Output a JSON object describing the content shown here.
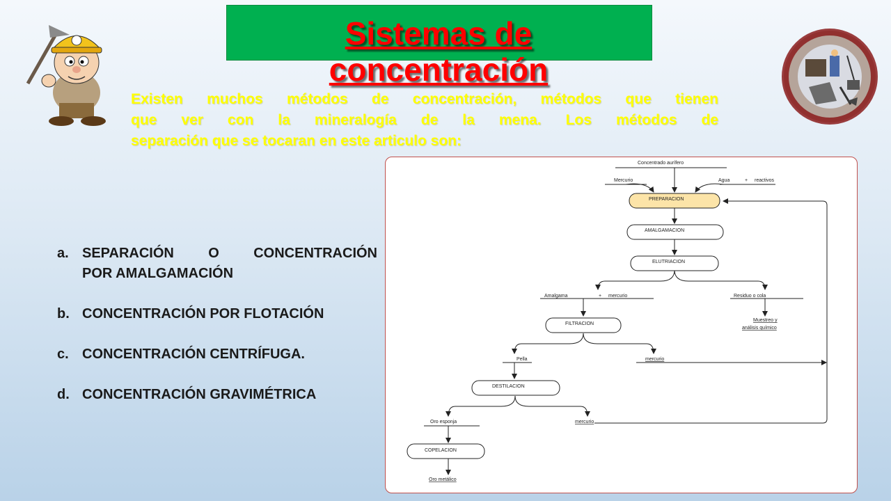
{
  "slide": {
    "title": "Sistemas de concentración",
    "title_lines": [
      "Sistemas de",
      "concentración"
    ],
    "intro_lines": [
      "Existen muchos métodos de concentración, métodos que tienen",
      "que ver con la mineralogía de la mena. Los métodos de",
      "separación que se tocaran en este articulo son:"
    ],
    "list": [
      {
        "marker": "a.",
        "line1": "SEPARACIÓN O CONCENTRACIÓN",
        "line2": "POR AMALGAMACIÓN"
      },
      {
        "marker": "b.",
        "text": "CONCENTRACIÓN POR FLOTACIÓN"
      },
      {
        "marker": "c.",
        "text": "CONCENTRACIÓN CENTRÍFUGA."
      },
      {
        "marker": "d.",
        "text": "CONCENTRACIÓN GRAVIMÉTRICA"
      }
    ]
  },
  "flowchart": {
    "concentrado": "Concentrado aurífero",
    "mercurio_in": "Mercurio",
    "agua": "Agua",
    "plus": "+",
    "reactivos": "reactivos",
    "preparacion": "PREPARACION",
    "amalgamacion": "AMALGAMACION",
    "elutriacion": "ELUTRIACION",
    "amalgama": "Amalgama",
    "mercurio": "mercurio",
    "residuo": "Residuo o cola",
    "muestreo_1": "Muestreo y",
    "muestreo_2": "análisis químico",
    "filtracion": "FILTRACION",
    "pella": "Pella",
    "destilacion": "DESTILACION",
    "oro_esponja": "Oro esponja",
    "copelacion": "COPELACION",
    "oro_metalico": "Oro metálico"
  },
  "colors": {
    "title_bg": "#00b050",
    "title_text": "#ff0000",
    "intro_text": "#ffff00",
    "panel_border": "#c0504d",
    "highlight_box": "#fce4a8"
  },
  "images": {
    "left": "miner-cartoon",
    "right": "engineering-seal"
  }
}
